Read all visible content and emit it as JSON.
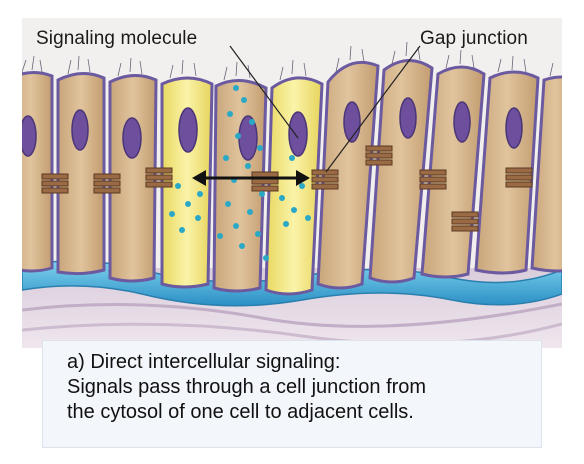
{
  "labels": {
    "signaling_molecule": "Signaling molecule",
    "gap_junction": "Gap junction"
  },
  "caption": {
    "heading": "a) Direct intercellular signaling:",
    "line1": "Signals pass through a cell junction from",
    "line2": "the cytosol of one cell to adjacent cells."
  },
  "colors": {
    "cell_body": "#d8b98f",
    "signaling_cell": "#f3e98a",
    "cell_membrane": "#6b5aa0",
    "nucleus": "#6d4f9e",
    "gap_junction": "#9a6a44",
    "molecule": "#2aa8c6",
    "basement": "#3aa8d6"
  },
  "icons": [
    "double-arrow-icon"
  ]
}
